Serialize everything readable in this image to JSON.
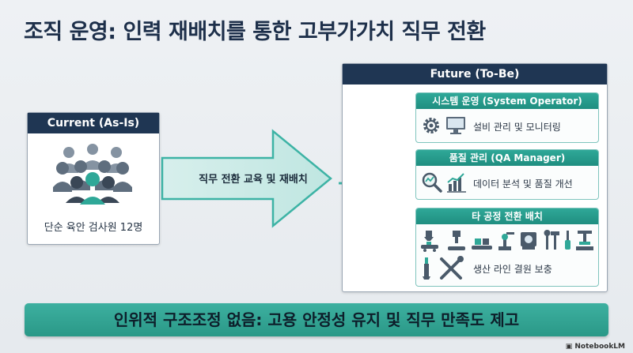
{
  "title": "조직 운영: 인력 재배치를 통한 고부가가치 직무 전환",
  "current": {
    "header": "Current (As-Is)",
    "caption": "단순 육안 검사원 12명"
  },
  "arrow_label": "직무 전환 교육 및 재배치",
  "future": {
    "header": "Future (To-Be)",
    "cards": [
      {
        "header": "시스템 운영 (System Operator)",
        "text": "설비 관리 및 모니터링"
      },
      {
        "header": "품질 관리 (QA Manager)",
        "text": "데이터 분석 및 품질 개선"
      },
      {
        "header": "타 공정 전환 배치",
        "text": "생산 라인 결원 보충"
      }
    ]
  },
  "banner": "인위적 구조조정 없음: 고용 안정성 유지 및 직무 만족도 제고",
  "brand": "NotebookLM",
  "colors": {
    "navy": "#1f3653",
    "teal": "#2fa898",
    "arrow": "#3db3a5"
  }
}
